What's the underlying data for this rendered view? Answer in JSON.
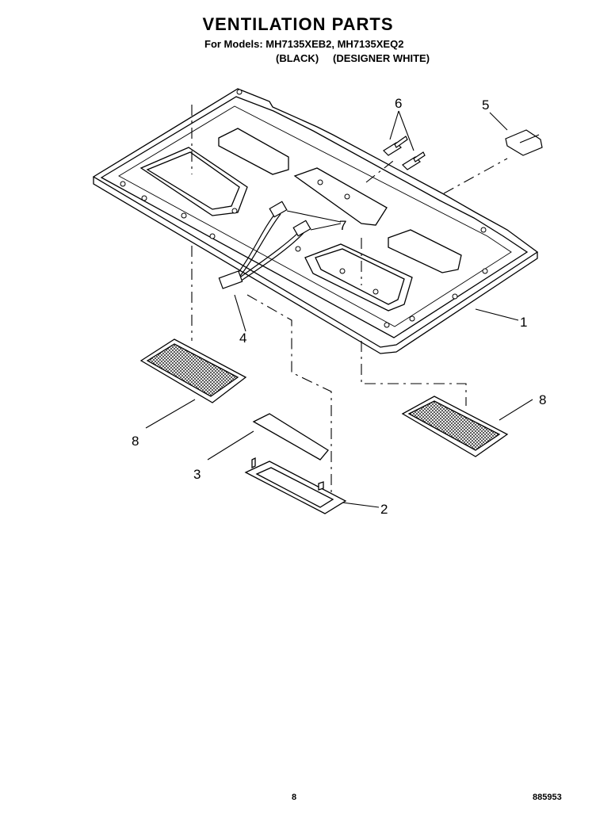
{
  "title": "VENTILATION PARTS",
  "subtitle": "For Models: MH7135XEB2, MH7135XEQ2",
  "variants": [
    "(BLACK)",
    "(DESIGNER WHITE)"
  ],
  "callouts": [
    "1",
    "2",
    "3",
    "4",
    "5",
    "6",
    "7",
    "8",
    "8"
  ],
  "footer": {
    "page": "8",
    "doc_number": "885953"
  }
}
